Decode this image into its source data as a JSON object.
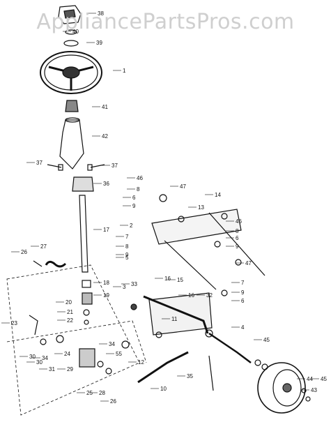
{
  "watermark": "AppliancePartsPros.com",
  "labels": [
    "38",
    "40",
    "39",
    "1",
    "41",
    "42",
    "37",
    "37",
    "36",
    "17",
    "18",
    "19",
    "20",
    "21",
    "22",
    "46",
    "8",
    "6",
    "9",
    "2",
    "7",
    "8",
    "9",
    "5",
    "47",
    "14",
    "13",
    "46",
    "8",
    "6",
    "9",
    "47",
    "7",
    "9",
    "6",
    "16",
    "15",
    "16",
    "3",
    "33",
    "32",
    "4",
    "11",
    "34",
    "12",
    "55",
    "10",
    "30",
    "34",
    "35",
    "26",
    "27",
    "23",
    "30",
    "31",
    "24",
    "29",
    "25",
    "28",
    "26",
    "45",
    "44",
    "43",
    "45"
  ]
}
